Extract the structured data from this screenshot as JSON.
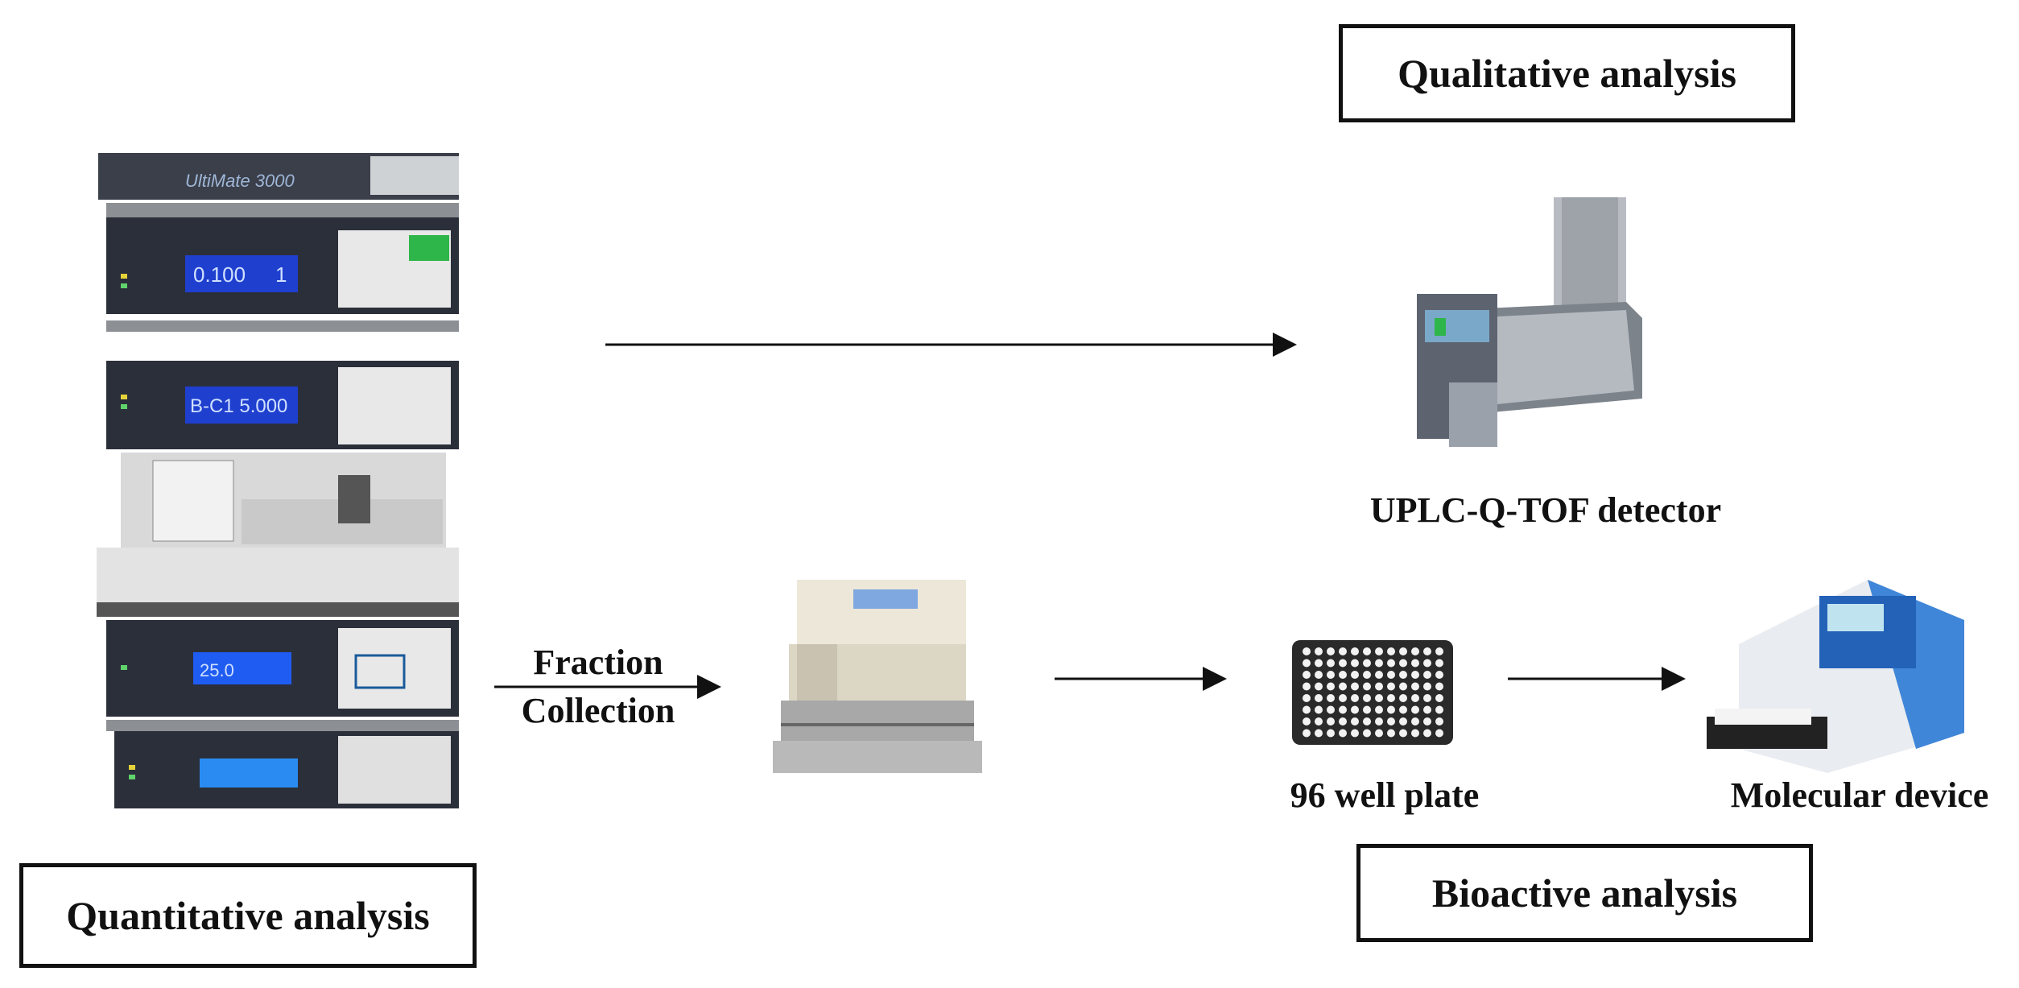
{
  "labels": {
    "qualitative": "Qualitative analysis",
    "quantitative": "Quantitative analysis",
    "bioactive": "Bioactive analysis"
  },
  "captions": {
    "uplc": "UPLC-Q-TOF detector",
    "plate": "96 well plate",
    "molecular": "Molecular device",
    "fraction_line1": "Fraction",
    "fraction_line2": "Collection"
  },
  "hplc_stack": {
    "brand": "UltiMate 3000",
    "display1": "0.100",
    "display1b": "1",
    "display2": "B-C1  5.000",
    "display3": "25.0"
  },
  "colors": {
    "display_blue": "#2a6cf2",
    "display_bg": "#1c2a8a",
    "frame": "#111111"
  }
}
